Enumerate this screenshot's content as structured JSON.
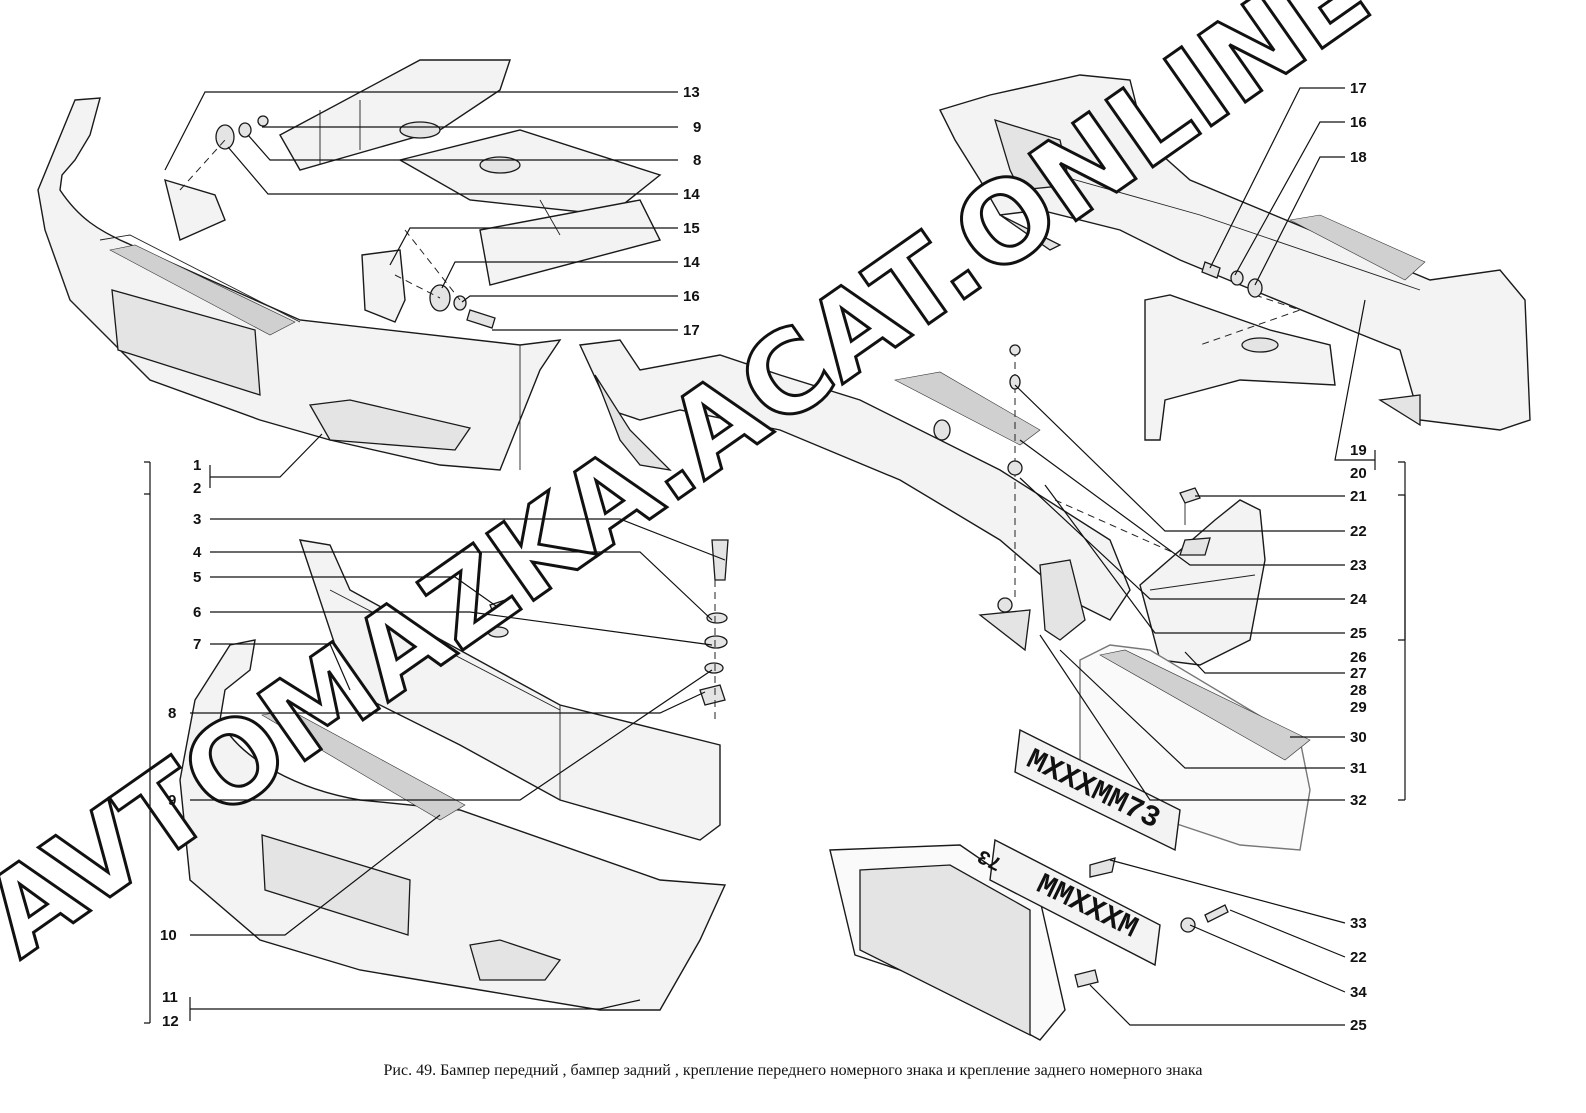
{
  "caption": "Рис. 49. Бампер передний , бампер задний , крепление переднего номерного знака и крепление заднего номерного знака",
  "watermark": "AVTOMAZKA.ACAT.ONLINE",
  "plates": {
    "front": "MXXXMM73",
    "rear": "MMXXXM",
    "region": "73"
  },
  "callouts": {
    "c13": "13",
    "c9a": "9",
    "c8a": "8",
    "c14a": "14",
    "c15": "15",
    "c14b": "14",
    "c16a": "16",
    "c17a": "17",
    "c1": "1",
    "c2": "2",
    "c3": "3",
    "c4": "4",
    "c5": "5",
    "c6": "6",
    "c7": "7",
    "c8b": "8",
    "c9b": "9",
    "c10": "10",
    "c11": "11",
    "c12": "12",
    "c17b": "17",
    "c16b": "16",
    "c18": "18",
    "c19": "19",
    "c20": "20",
    "c21": "21",
    "c22a": "22",
    "c23": "23",
    "c24": "24",
    "c25a": "25",
    "c26": "26",
    "c27": "27",
    "c28": "28",
    "c29": "29",
    "c30": "30",
    "c31": "31",
    "c32": "32",
    "c33": "33",
    "c22b": "22",
    "c34": "34",
    "c25b": "25"
  }
}
